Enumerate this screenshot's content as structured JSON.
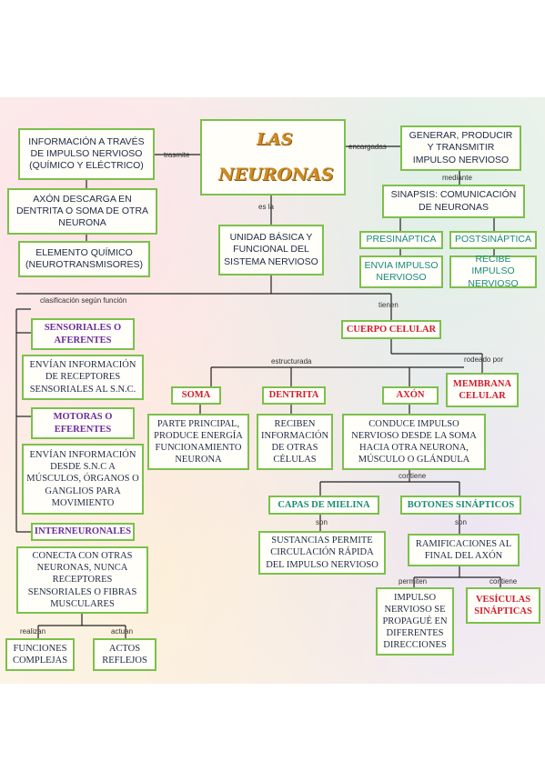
{
  "title": {
    "line1": "LAS",
    "line2": "NEURONAS"
  },
  "left": {
    "info": "INFORMACIÓN A TRAVÉS\nDE IMPULSO NERVIOSO\n(QUÍMICO Y ELÉCTRICO)",
    "axon_descarga": "AXÓN DESCARGA EN\nDENTRITA O SOMA DE OTRA\nNEURONA",
    "elemento": "ELEMENTO QUÍMICO\n(NEUROTRANSMISORES)"
  },
  "right": {
    "generar": "GENERAR, PRODUCIR\nY TRANSMITIR\nIMPULSO NERVIOSO",
    "sinapsis": "SINAPSIS: COMUNICACIÓN\nDE NEURONAS",
    "presinaptica": "PRESINÁPTICA",
    "postsinaptica": "POSTSINÁPTICA",
    "envia": "ENVIA IMPULSO\nNERVIOSO",
    "recibe": "RECIBE IMPULSO\nNERVIOSO"
  },
  "center": {
    "unidad": "UNIDAD BÁSICA Y\nFUNCIONAL DEL\nSISTEMA NERVIOSO"
  },
  "connectors": {
    "transmite": "trasmite",
    "encargadas": "encargadas",
    "mediante": "mediante",
    "es_la": "es la",
    "clasificacion": "clasificación según función",
    "tienen": "tienen",
    "estructurada": "estructurada",
    "rodeado_por": "rodeado por",
    "contiene": "contiene",
    "son1": "son",
    "son2": "son",
    "permiten": "permiten",
    "contiene2": "contiene",
    "realizan": "realizan",
    "actuan": "actuan"
  },
  "classification": {
    "sensoriales": "SENSORIALES O\nAFERENTES",
    "sensoriales_desc": "ENVÍAN INFORMACIÓN\nDE RECEPTORES\nSENSORIALES AL S.N.C.",
    "motoras": "MOTORAS O\nEFERENTES",
    "motoras_desc": "ENVÍAN INFORMACIÓN\nDESDE S.N.C A\nMÚSCULOS, ÓRGANOS O\nGANGLIOS PARA\nMOVIMIENTO",
    "inter": "INTERNEURONALES",
    "inter_desc": "CONECTA CON OTRAS\nNEURONAS, NUNCA\nRECEPTORES\nSENSORIALES O FIBRAS\nMUSCULARES",
    "funciones": "FUNCIONES\nCOMPLEJAS",
    "actos": "ACTOS\nREFLEJOS"
  },
  "cuerpo": {
    "cuerpo_celular": "CUERPO CELULAR",
    "membrana": "MEMBRANA\nCELULAR",
    "soma": "SOMA",
    "dentrita": "DENTRITA",
    "axon": "AXÓN",
    "soma_desc": "PARTE PRINCIPAL,\nPRODUCE ENERGÍA\nFUNCIONAMIENTO\nNEURONA",
    "dentrita_desc": "RECIBEN\nINFORMACIÓN\nDE OTRAS\nCÉLULAS",
    "axon_desc": "CONDUCE IMPULSO\nNERVIOSO DESDE LA SOMA\nHACIA OTRA NEURONA,\nMÚSCULO O GLÁNDULA",
    "capas": "CAPAS DE MIELINA",
    "botones": "BOTONES SINÁPTICOS",
    "capas_desc": "SUSTANCIAS PERMITE\nCIRCULACIÓN RÁPIDA\nDEL IMPULSO NERVIOSO",
    "ramificaciones": "RAMIFICACIONES AL\nFINAL DEL AXÓN",
    "impulso": "IMPULSO\nNERVIOSO SE\nPROPAGUÉ EN\nDIFERENTES\nDIRECCIONES",
    "vesiculas": "VESÍCULAS\nSINÁPTICAS"
  },
  "colors": {
    "border": "#7cc04a",
    "line": "#222222",
    "title": "#d08a22",
    "purple": "#6a2c9a",
    "red": "#d11b2a",
    "teal": "#1a8a7a"
  }
}
